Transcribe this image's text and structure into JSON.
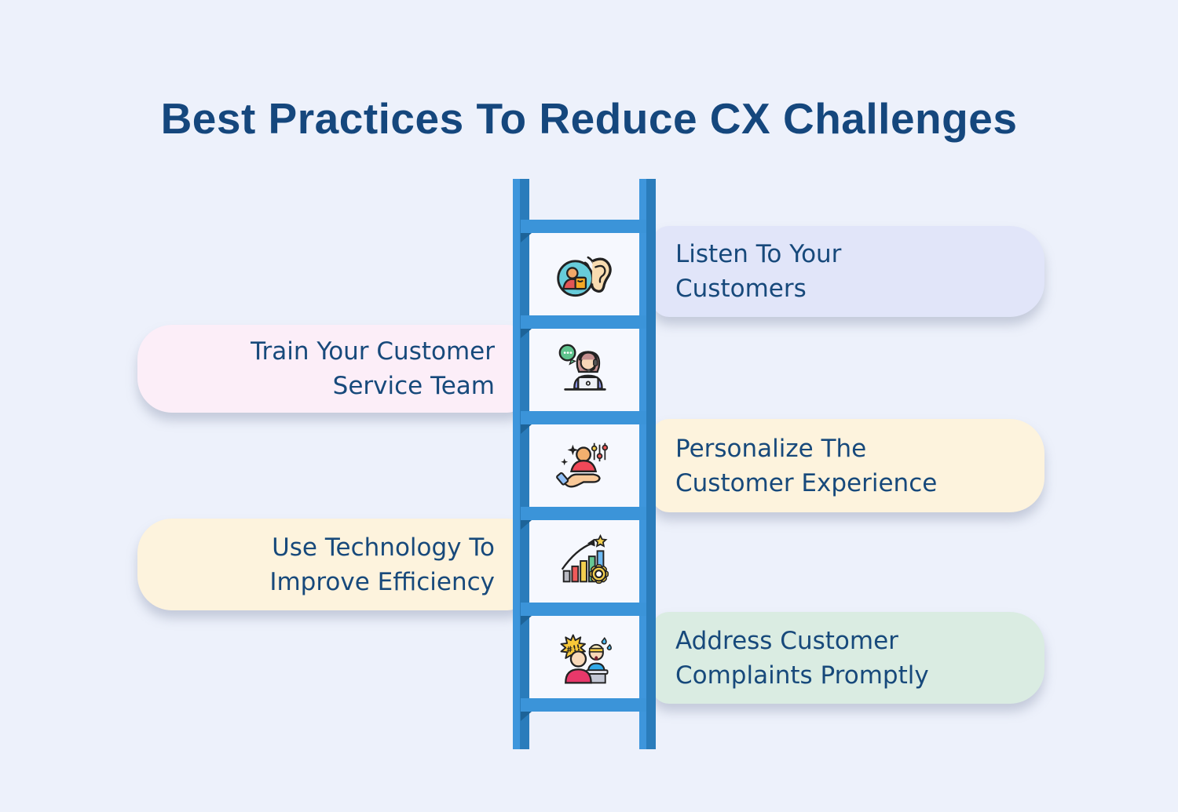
{
  "page": {
    "title": "Best Practices To Reduce CX Challenges"
  },
  "colors": {
    "page_bg": "#edf1fb",
    "title_navy": "#15477d",
    "text_navy": "#17497b",
    "rail_light": "#3e96dc",
    "rail_dark": "#2a7cbb",
    "rung": "#3b94d9",
    "rung_shadow": "#1d6398",
    "panel": "#f6f8fe",
    "card_shadow": "rgba(130,140,165,0.38)"
  },
  "ladder": {
    "rung_count": 6,
    "icon_cells": 5
  },
  "cards": [
    {
      "side": "right",
      "bg": "#e1e5f9",
      "icon": "listening-ear-icon",
      "label": "Listen To Your Customers",
      "lines": [
        "Listen To Your",
        "Customers"
      ]
    },
    {
      "side": "left",
      "bg": "#fceef8",
      "icon": "support-agent-icon",
      "label": "Train Your Customer Service Team",
      "lines": [
        "Train Your Customer",
        "Service Team"
      ]
    },
    {
      "side": "right",
      "bg": "#fdf3dd",
      "icon": "personalization-icon",
      "label": "Personalize The Customer Experience",
      "lines": [
        "Personalize The",
        "Customer Experience"
      ]
    },
    {
      "side": "left",
      "bg": "#fdf3dd",
      "icon": "growth-gear-icon",
      "label": "Use Technology To Improve Efficiency",
      "lines": [
        "Use Technology To",
        "Improve Efficiency"
      ]
    },
    {
      "side": "right",
      "bg": "#daece2",
      "icon": "customer-complaint-icon",
      "label": "Address Customer Complaints Promptly",
      "lines": [
        "Address Customer",
        "Complaints Promptly"
      ]
    }
  ]
}
